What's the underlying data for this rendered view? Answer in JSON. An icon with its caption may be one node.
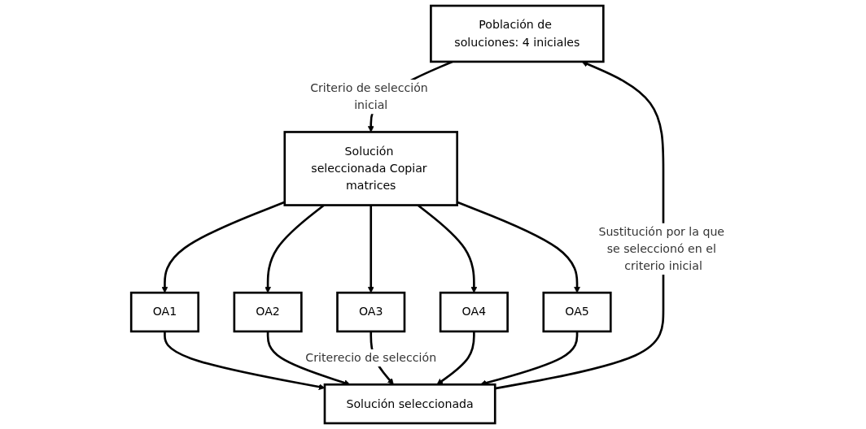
{
  "diagram": {
    "nodes": [
      {
        "text": [
          "Población de soluciones: 4 iniciales"
        ]
      },
      {
        "text": [
          "Solución seleccionada Copiar matrices"
        ]
      },
      {
        "text": [
          "OA1"
        ]
      },
      {
        "text": [
          "OA2"
        ]
      },
      {
        "text": [
          "OA3"
        ]
      },
      {
        "text": [
          "OA4"
        ]
      },
      {
        "text": [
          "OA5"
        ]
      },
      {
        "text": [
          "Solución seleccionada"
        ]
      }
    ],
    "edges": [
      {
        "from": 0,
        "to": 1,
        "arrow": "to",
        "label": "Criterio de selección inicial"
      },
      {
        "from": 1,
        "to": 2,
        "arrow": "to"
      },
      {
        "from": 1,
        "to": 3,
        "arrow": "to"
      },
      {
        "from": 1,
        "to": 4,
        "arrow": "to"
      },
      {
        "from": 1,
        "to": 5,
        "arrow": "to"
      },
      {
        "from": 1,
        "to": 6,
        "arrow": "to"
      },
      {
        "from": 2,
        "to": 7,
        "arrow": "to"
      },
      {
        "from": 3,
        "to": 7,
        "arrow": "to"
      },
      {
        "from": 4,
        "to": 7,
        "arrow": "to",
        "label": "Criterecio de selección"
      },
      {
        "from": 5,
        "to": 7,
        "arrow": "to"
      },
      {
        "from": 6,
        "to": 7,
        "arrow": "to"
      },
      {
        "from": 7,
        "to": 0,
        "arrow": "to",
        "label": "Sustitución por la que se seleccionó en el criterio inicial"
      }
    ]
  }
}
